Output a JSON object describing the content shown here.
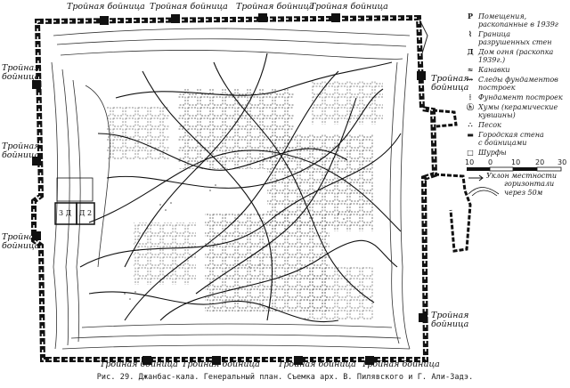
{
  "labels": {
    "top_1": "Тройная бойница",
    "top_2": "Тройная бойница",
    "top_3": "Тройная бойница",
    "top_4": "Тройная бойница",
    "left_1": "Тройная\nбойница",
    "left_2": "Тройная\nбойница",
    "left_3": "Тройная\nбойница",
    "right_1": "Тройная\nбойница",
    "right_2": "Тройная\nбойница",
    "bottom_1": "Тройная бойница",
    "bottom_2": "Тройная бойница",
    "bottom_3": "Тройная бойница",
    "bottom_4": "Тройная бойница",
    "room_3d": "3 Д",
    "room_d2": "Д 2"
  },
  "legend": {
    "items": [
      {
        "symbol": "Р",
        "text": "Помещения,\nраскопанные в 1939г"
      },
      {
        "symbol": "⌇",
        "text": "Граница\nразрушенных стен"
      },
      {
        "symbol": "Д",
        "text": "Дом огня (раскопка\n1939г.)"
      },
      {
        "symbol": "≈",
        "text": "Канавки"
      },
      {
        "symbol": "⇝",
        "text": "Следы фундаментов\nпостроек"
      },
      {
        "symbol": "⁞",
        "text": "Фундамент построек"
      },
      {
        "symbol": "ⓗ",
        "text": "Хумы (керамические\nкувшины)"
      },
      {
        "symbol": "∴",
        "text": "Песок"
      },
      {
        "symbol": "▬",
        "text": "Городская стена\nс бойницами"
      },
      {
        "symbol": "□",
        "text": "Шурфы"
      }
    ]
  },
  "scale": {
    "ticks": [
      "10",
      "0",
      "10",
      "20",
      "30"
    ]
  },
  "slope": {
    "text": "Уклон местности",
    "interval": "горизонтали\nчерез 50м"
  },
  "caption": "Рис. 29. Джанбас-кала. Генеральный план. Съемка арх. В. Пилявского и Г. Али-Задэ."
}
